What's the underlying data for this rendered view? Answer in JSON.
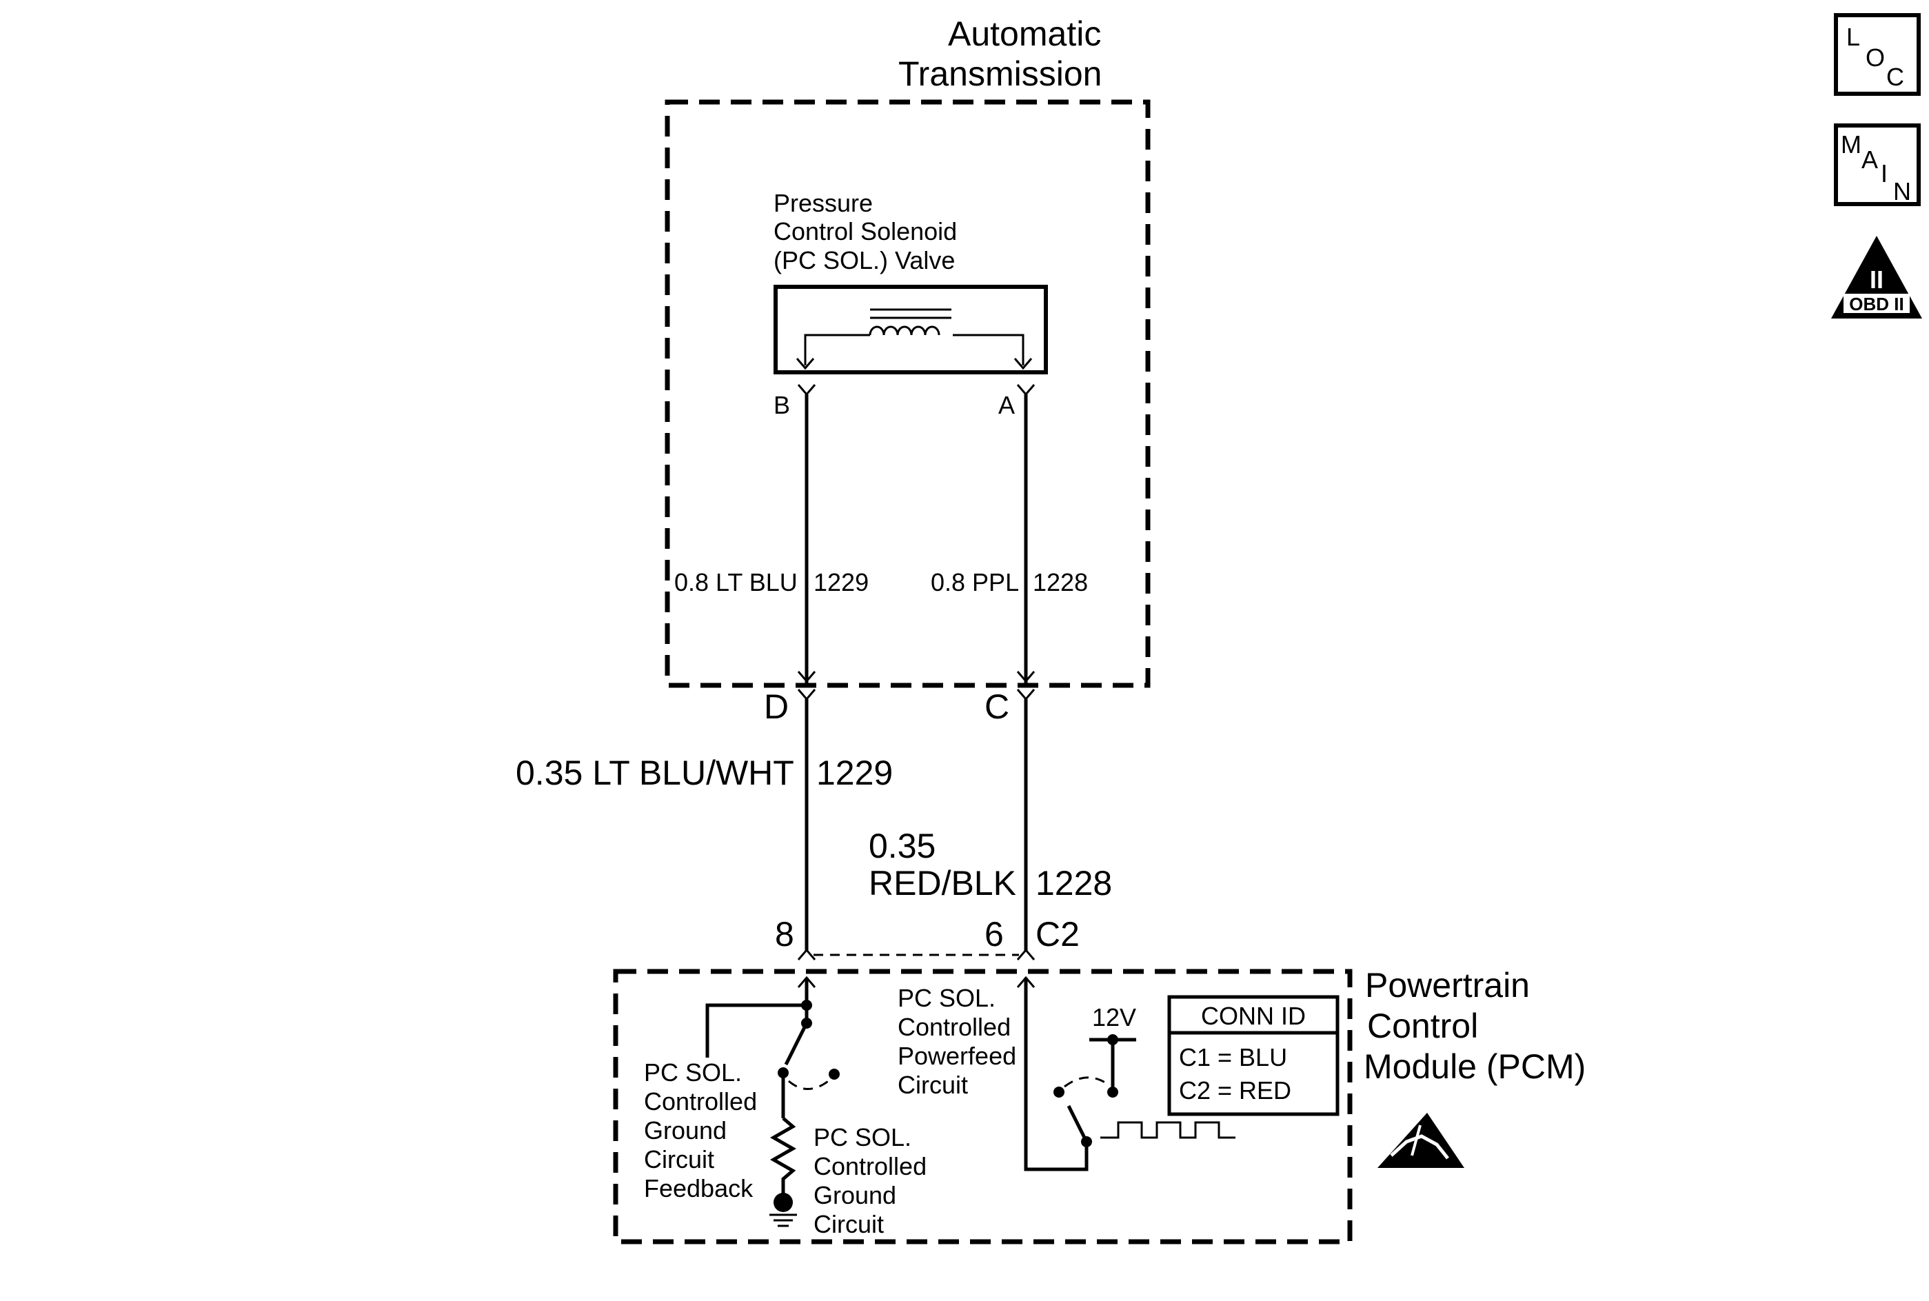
{
  "transmission": {
    "title_line1": "Automatic",
    "title_line2": "Transmission",
    "solenoid_label_line1": "Pressure",
    "solenoid_label_line2": "Control Solenoid",
    "solenoid_label_line3": "(PC SOL.) Valve",
    "pin_b": "B",
    "pin_a": "A",
    "wire_left_inner": "0.8 LT BLU",
    "wire_left_circuit_inner": "1229",
    "wire_right_inner": "0.8 PPL",
    "wire_right_circuit_inner": "1228",
    "conn_d": "D",
    "conn_c": "C"
  },
  "harness": {
    "wire_left": "0.35 LT BLU/WHT",
    "wire_left_circuit": "1229",
    "wire_right_line1": "0.35",
    "wire_right_line2": "RED/BLK",
    "wire_right_circuit": "1228"
  },
  "pcm": {
    "pin_8": "8",
    "pin_6": "6",
    "connector": "C2",
    "title_line1": "Powertrain",
    "title_line2": "Control",
    "title_line3": "Module (PCM)",
    "feedback_label": [
      "PC SOL.",
      "Controlled",
      "Ground",
      "Circuit",
      "Feedback"
    ],
    "ground_label": [
      "PC SOL.",
      "Controlled",
      "Ground",
      "Circuit"
    ],
    "powerfeed_label": [
      "PC SOL.",
      "Controlled",
      "Powerfeed",
      "Circuit"
    ],
    "voltage": "12V",
    "conn_id": {
      "header": "CONN ID",
      "row1": "C1 = BLU",
      "row2": "C2 = RED"
    }
  },
  "icons": {
    "loc": [
      "L",
      "O",
      "C"
    ],
    "main": [
      "M",
      "A",
      "I",
      "N"
    ],
    "obd_numeral": "II",
    "obd_label": "OBD II",
    "esd": "esd-warning-icon"
  }
}
